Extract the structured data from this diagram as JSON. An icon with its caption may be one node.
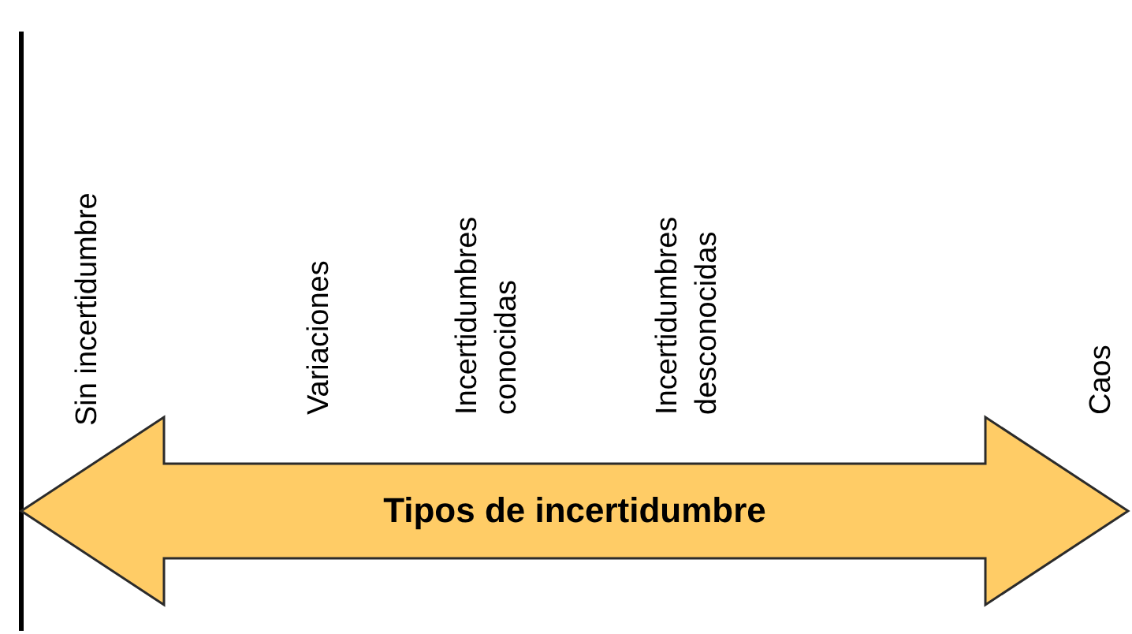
{
  "diagram": {
    "nodes": [
      {
        "text": [
          "Tipos de incertidumbre"
        ]
      }
    ],
    "labels": [
      "Sin incertidumbre",
      "Variaciones",
      "Incertidumbres conocidas",
      "Incertidumbres desconocidas",
      "Caos"
    ]
  }
}
